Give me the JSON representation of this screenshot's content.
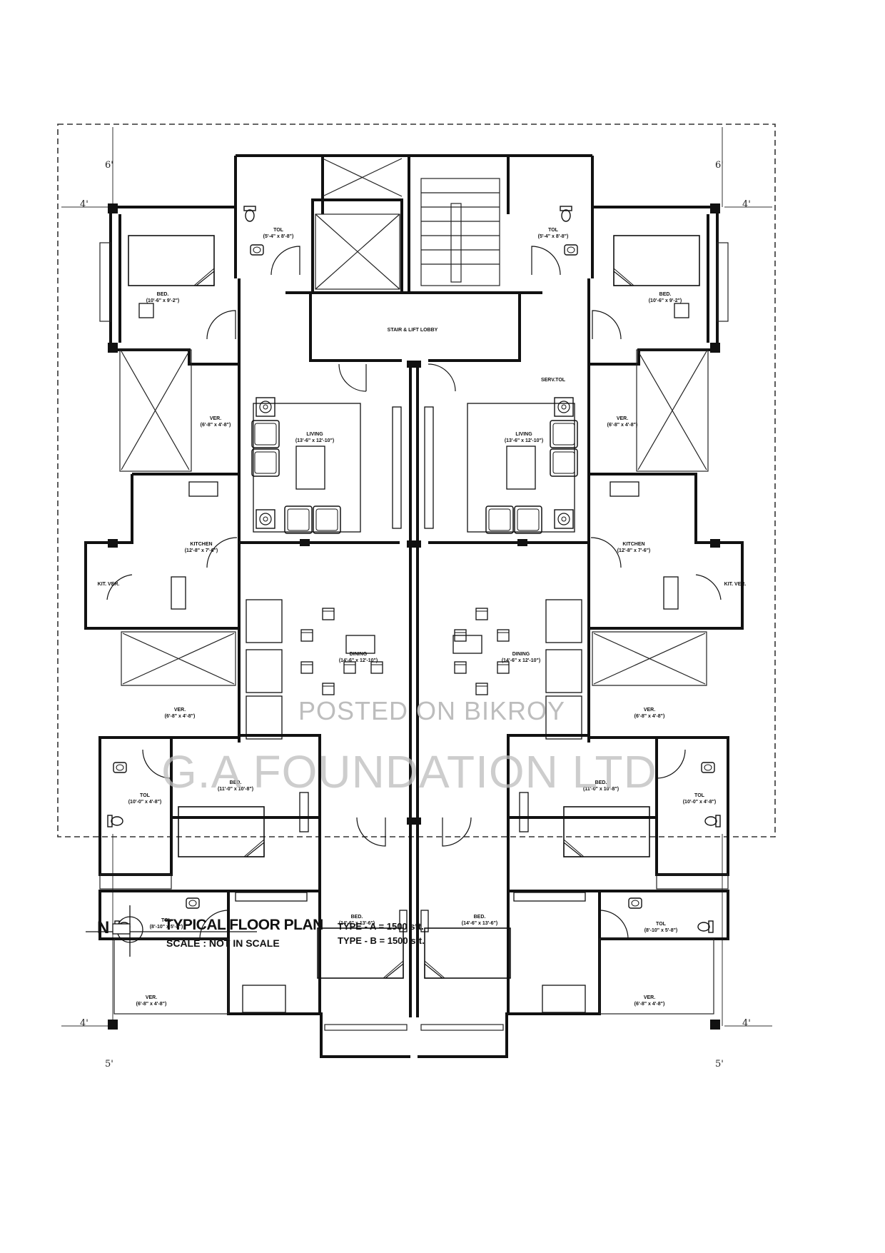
{
  "watermarks": {
    "posted": "POSTED ON BIKROY",
    "company": "G.A FOUNDATION LTD"
  },
  "title_block": {
    "north": "N",
    "title": "TYPICAL FLOOR PLAN",
    "scale": "SCALE : NOT IN SCALE",
    "type_a": "TYPE - A = 1500 sft.",
    "type_b": "TYPE - B = 1500 sft."
  },
  "setbacks": {
    "top": "6'",
    "bottom": "5'",
    "left": "4'",
    "right": "4'"
  },
  "rooms": {
    "toilet_top_left": {
      "name": "TOL",
      "size": "(5'-4\" x 8'-8\")"
    },
    "toilet_top_right": {
      "name": "TOL",
      "size": "(5'-4\" x 8'-8\")"
    },
    "bed_top_left": {
      "name": "BED.",
      "size": "(10'-6\" x 9'-2\")"
    },
    "bed_top_right": {
      "name": "BED.",
      "size": "(10'-6\" x 9'-2\")"
    },
    "stair_lobby": {
      "name": "STAIR & LIFT LOBBY"
    },
    "serv_toilet": {
      "name": "SERV.TOL"
    },
    "ver_left_upper": {
      "name": "VER.",
      "size": "(6'-8\" x 4'-8\")"
    },
    "ver_right_upper": {
      "name": "VER.",
      "size": "(6'-8\" x 4'-8\")"
    },
    "living_left": {
      "name": "LIVING",
      "size": "(13'-6\" x 12'-10\")"
    },
    "living_right": {
      "name": "LIVING",
      "size": "(13'-6\" x 12'-10\")"
    },
    "kitchen_left": {
      "name": "KITCHEN",
      "size": "(12'-8\" x 7'-6\")"
    },
    "kitchen_right": {
      "name": "KITCHEN",
      "size": "(12'-8\" x 7'-6\")"
    },
    "kit_ver_left": {
      "name": "KIT. VER."
    },
    "kit_ver_right": {
      "name": "KIT. VER."
    },
    "dining_left": {
      "name": "DINING",
      "size": "(14'-6\" x 12'-10\")"
    },
    "dining_right": {
      "name": "DINING",
      "size": "(14'-6\" x 12'-10\")"
    },
    "ver_left_mid": {
      "name": "VER.",
      "size": "(6'-8\" x 4'-8\")"
    },
    "ver_right_mid": {
      "name": "VER.",
      "size": "(6'-8\" x 4'-8\")"
    },
    "bed_mid_left": {
      "name": "BED.",
      "size": "(11'-0\" x 10'-8\")"
    },
    "bed_mid_right": {
      "name": "BED.",
      "size": "(11'-0\" x 10'-8\")"
    },
    "toilet_mid_left": {
      "name": "TOL",
      "size": "(10'-0\" x 4'-8\")"
    },
    "toilet_mid_right": {
      "name": "TOL",
      "size": "(10'-0\" x 4'-8\")"
    },
    "toilet_low_left": {
      "name": "TOL",
      "size": "(8'-10\" x 5'-8\")"
    },
    "toilet_low_right": {
      "name": "TOL",
      "size": "(8'-10\" x 5'-8\")"
    },
    "bed_low_left": {
      "name": "BED.",
      "size": "(14'-6\" x 13'-6\")"
    },
    "bed_low_right": {
      "name": "BED.",
      "size": "(14'-6\" x 13'-6\")"
    },
    "ver_left_low": {
      "name": "VER.",
      "size": "(6'-8\" x 4'-8\")"
    },
    "ver_right_low": {
      "name": "VER.",
      "size": "(6'-8\" x 4'-8\")"
    }
  }
}
